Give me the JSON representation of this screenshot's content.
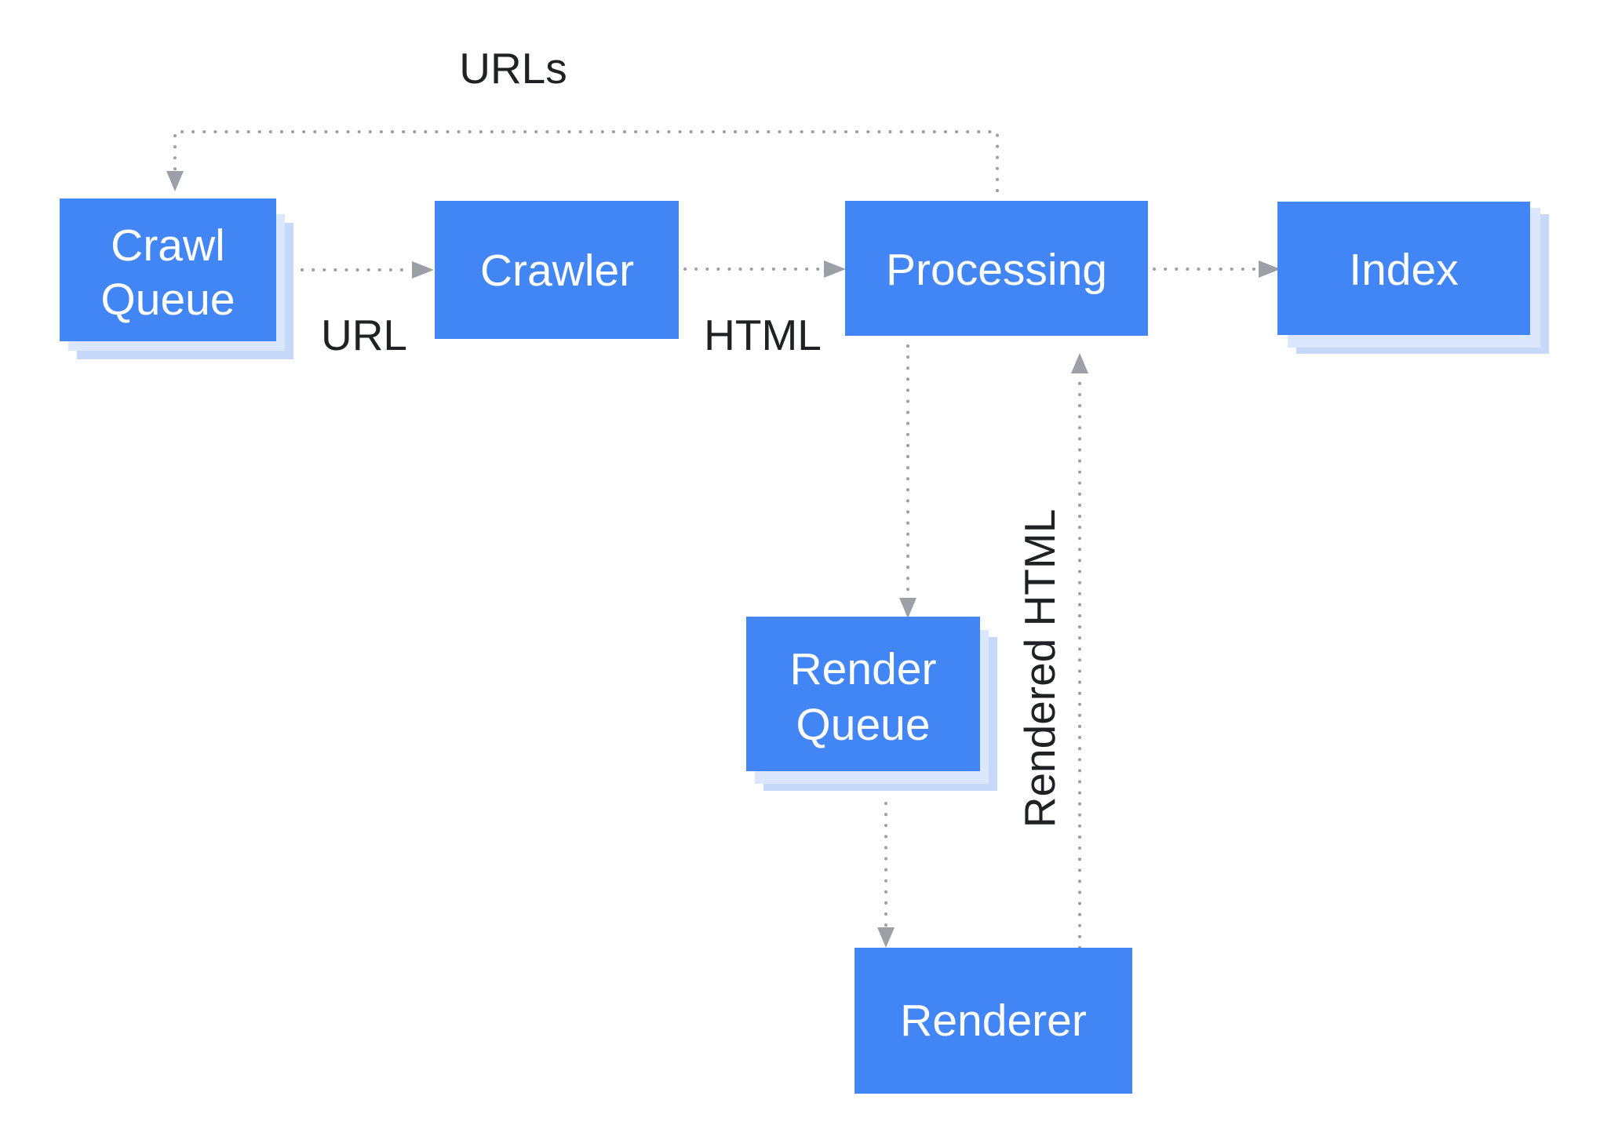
{
  "colors": {
    "box_fill": "#4285f4",
    "box_shadow": "#c6d9fb",
    "connector": "#9aa0a6",
    "box_text": "#ffffff",
    "label_text": "#202124",
    "background": "#ffffff"
  },
  "nodes": {
    "crawl_queue": {
      "line1": "Crawl",
      "line2": "Queue"
    },
    "crawler": {
      "label": "Crawler"
    },
    "processing": {
      "label": "Processing"
    },
    "index": {
      "label": "Index"
    },
    "render_queue": {
      "line1": "Render",
      "line2": "Queue"
    },
    "renderer": {
      "label": "Renderer"
    }
  },
  "edges": {
    "urls": "URLs",
    "url": "URL",
    "html": "HTML",
    "rendered_html": "Rendered HTML"
  }
}
